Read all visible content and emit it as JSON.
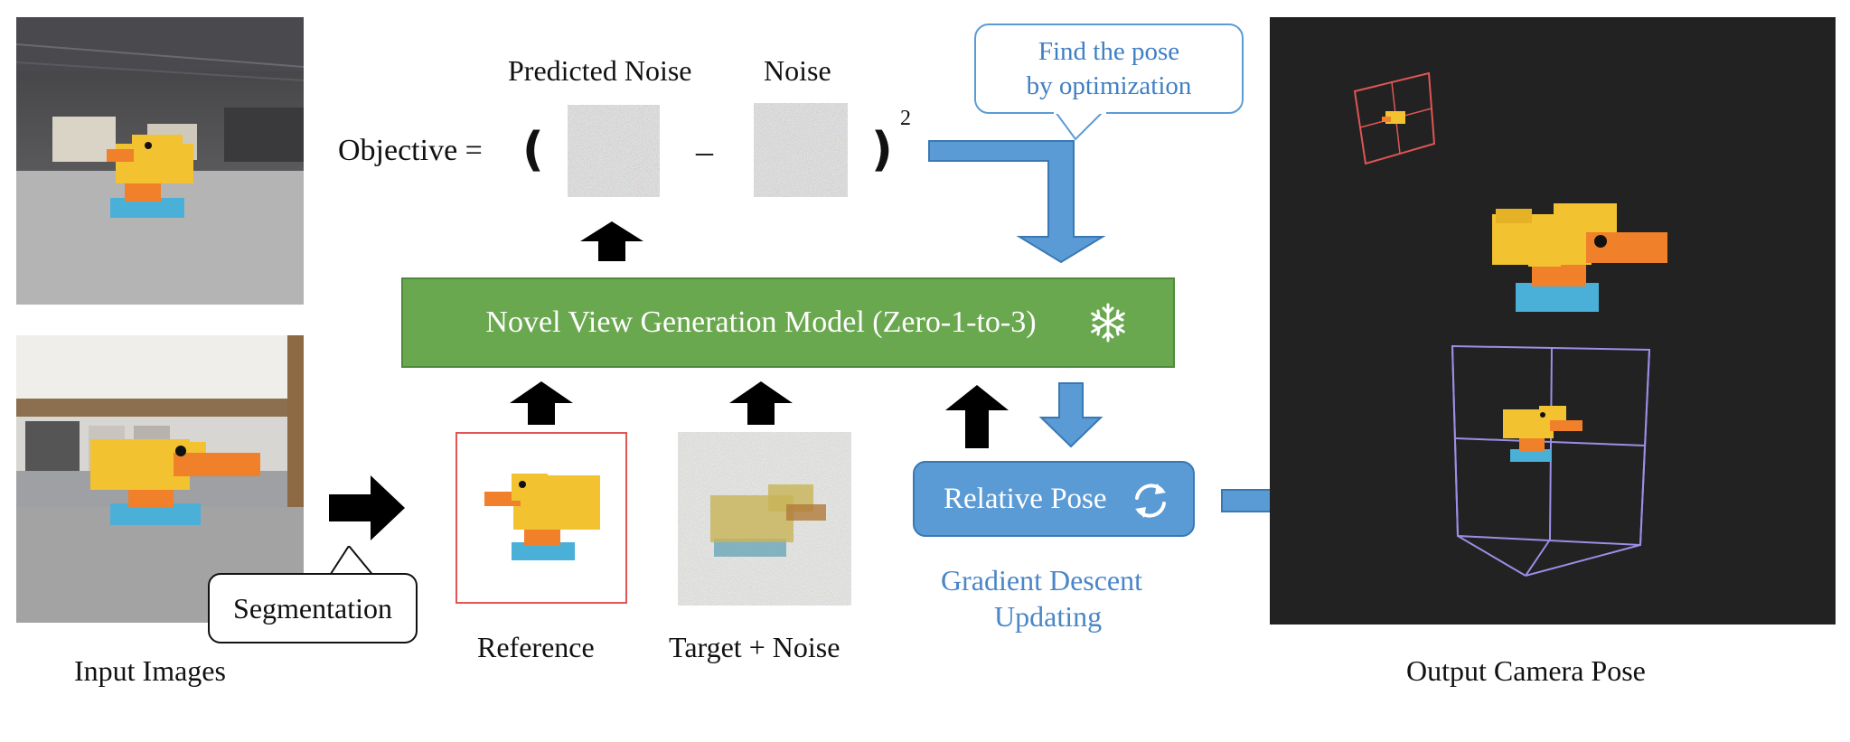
{
  "labels": {
    "input_images": "Input Images",
    "segmentation": "Segmentation",
    "reference": "Reference",
    "target_noise": "Target + Noise",
    "predicted_noise": "Predicted Noise",
    "noise": "Noise",
    "objective": "Objective =",
    "open_paren": "(",
    "minus": "–",
    "close_paren": ")",
    "exponent": "2",
    "model": "Novel View Generation Model (Zero-1-to-3)",
    "relative_pose": "Relative Pose",
    "gradient_line1": "Gradient Descent",
    "gradient_line2": "Updating",
    "find_line1": "Find the pose",
    "find_line2": "by optimization",
    "output_pose": "Output Camera Pose"
  },
  "icons": {
    "snowflake": "snowflake-icon",
    "refresh": "refresh-icon"
  },
  "colors": {
    "model_green": "#6aa84f",
    "pose_blue": "#5b9bd5",
    "arrow_blue": "#5b9bd5",
    "text_blue": "#4a86c8",
    "reference_border": "#e05555",
    "camera_red": "#e05555",
    "camera_lavender": "#9a8fe6",
    "panel_dark": "#222222",
    "duck_yellow": "#f2c230",
    "duck_orange": "#f0802a",
    "brick_blue": "#4ab0d8"
  }
}
